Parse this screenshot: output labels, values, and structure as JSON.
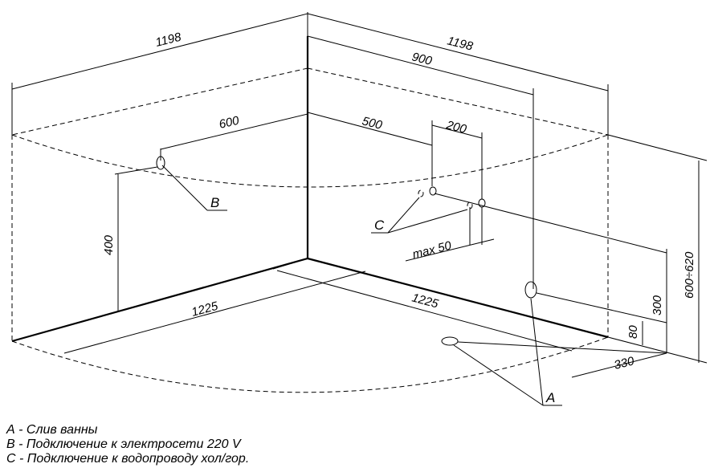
{
  "dimensions": {
    "top_left_width": "1198",
    "top_right_width": "1198",
    "drain_offset": "900",
    "power_offset": "600",
    "water_offset": "500",
    "water_spacing": "200",
    "power_height": "400",
    "max_label": "max 50",
    "floor_left": "1225",
    "floor_right": "1225",
    "drain_height": "300",
    "small_height": "80",
    "drain_depth": "330",
    "tub_height": "600÷620"
  },
  "callouts": {
    "a": "A",
    "b": "B",
    "c": "C"
  },
  "legend": [
    "А - Слив ванны",
    "В - Подключение к электросети 220 V",
    "С - Подключение к водопроводу хол/гор."
  ]
}
